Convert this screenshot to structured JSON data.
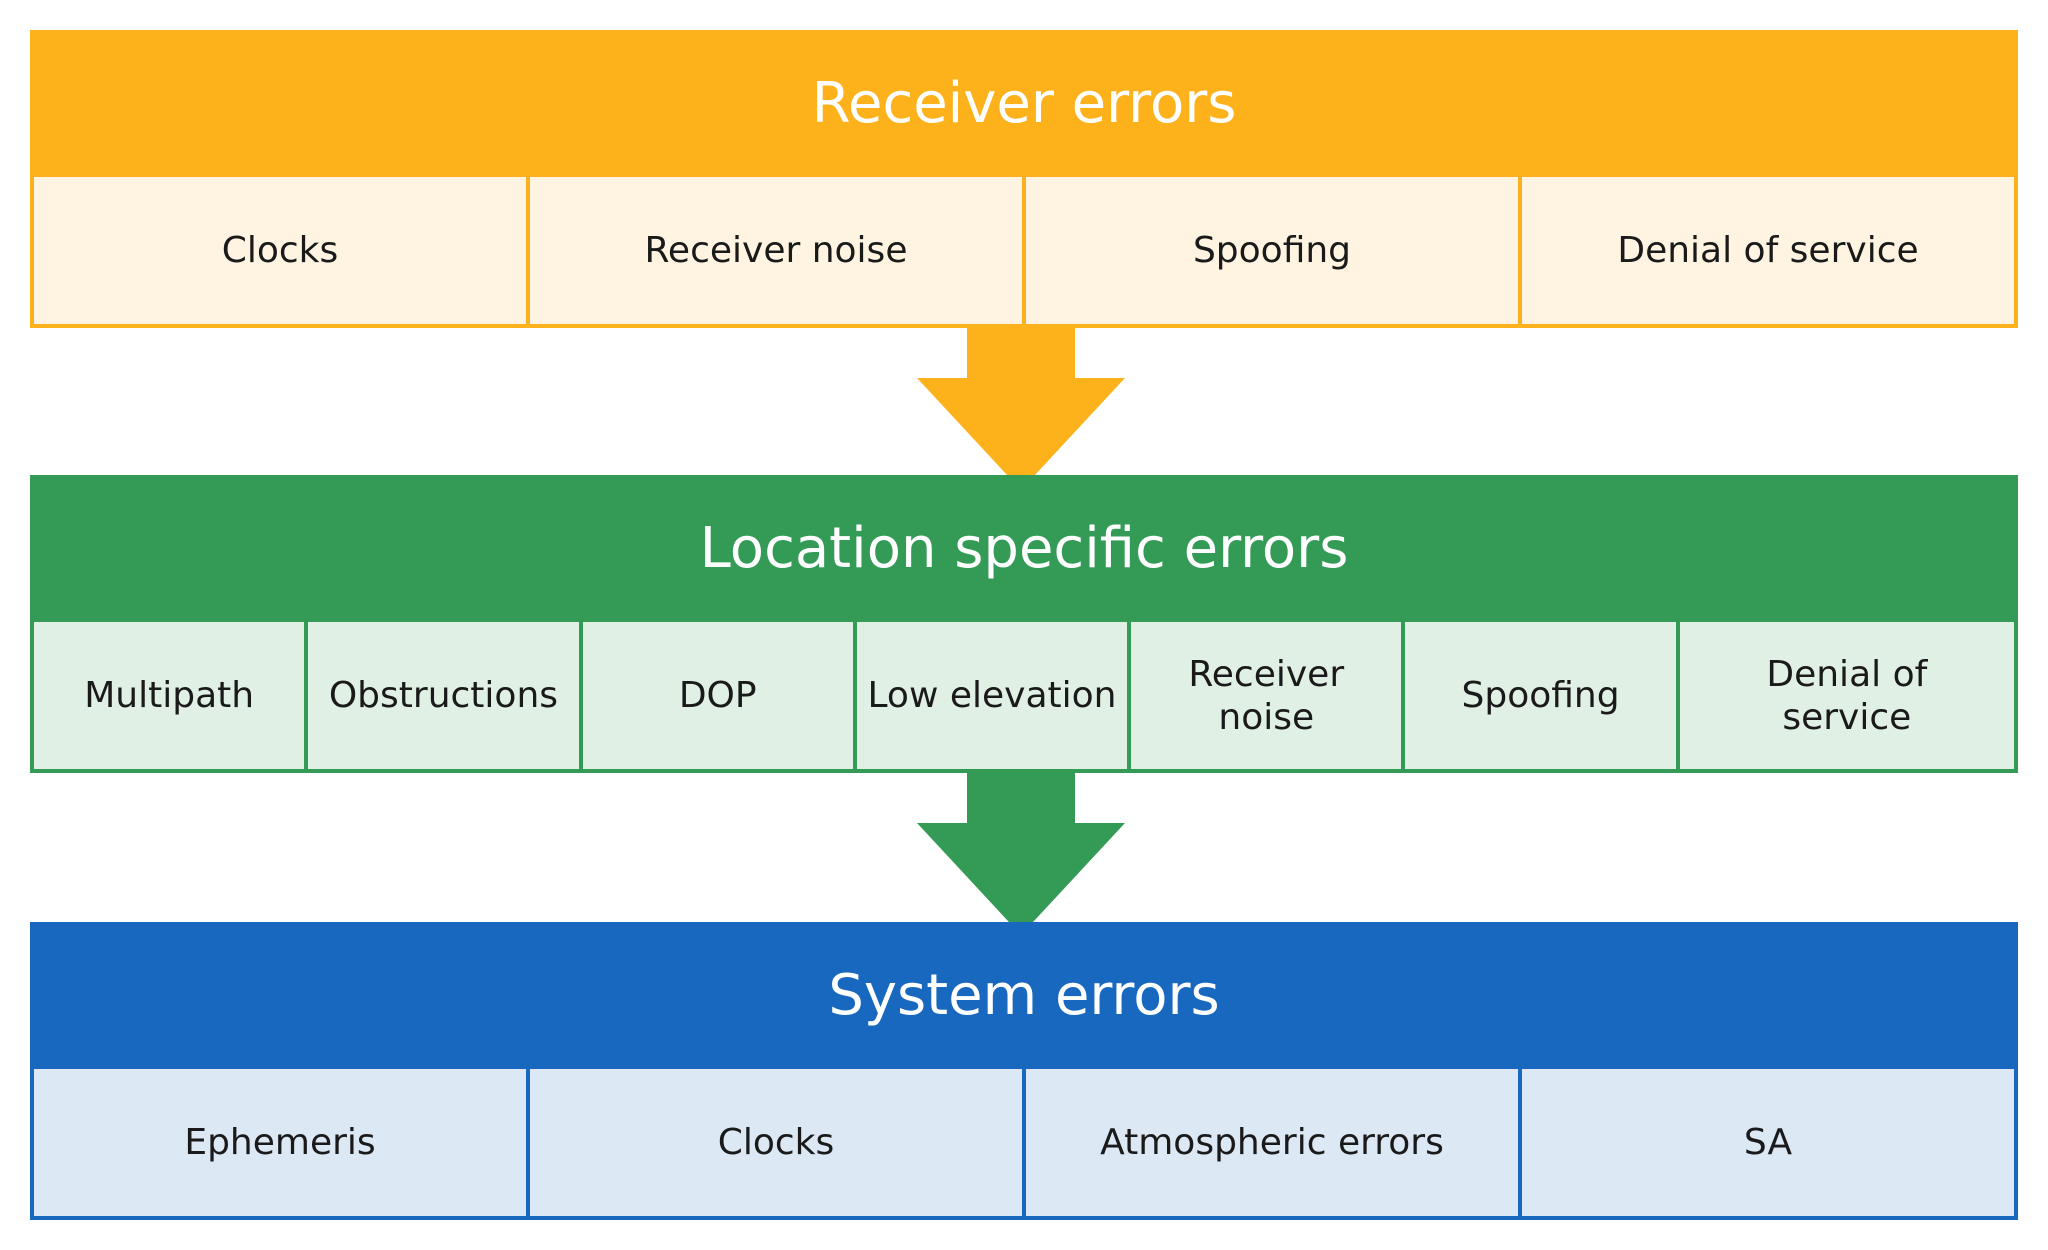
{
  "tiers": [
    {
      "title": "Receiver errors",
      "color": "#FDB21C",
      "cell_bg": "#FEF4E1",
      "items": [
        "Clocks",
        "Receiver noise",
        "Spoofing",
        "Denial of service"
      ]
    },
    {
      "title": "Location specific errors",
      "color": "#349B56",
      "cell_bg": "#E1F0E5",
      "items": [
        "Multipath",
        "Obstructions",
        "DOP",
        "Low elevation",
        "Receiver noise",
        "Spoofing",
        "Denial of service"
      ]
    },
    {
      "title": "System errors",
      "color": "#1768BE",
      "cell_bg": "#DDE8F5",
      "items": [
        "Ephemeris",
        "Clocks",
        "Atmospheric errors",
        "SA"
      ]
    }
  ],
  "arrows": [
    {
      "color": "#FDB21C"
    },
    {
      "color": "#349B56"
    }
  ]
}
